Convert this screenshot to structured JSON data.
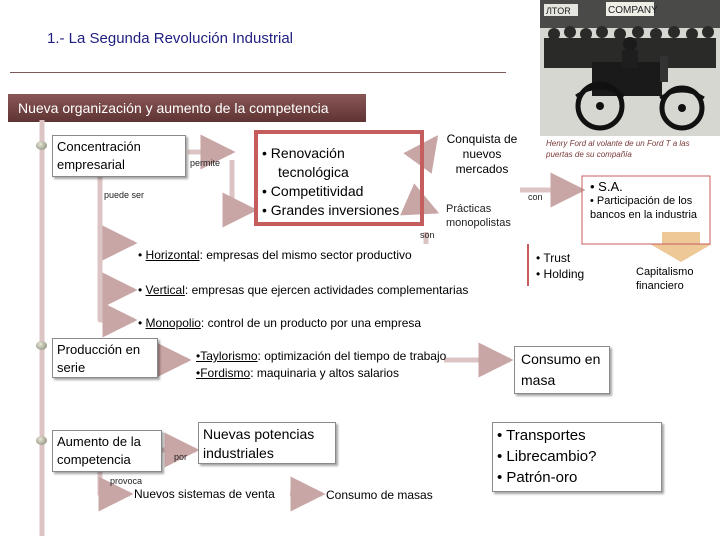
{
  "header": {
    "title": "1.- La Segunda Revolución Industrial",
    "banner": "Nueva organización y aumento de la competencia"
  },
  "photo": {
    "caption": "Henry Ford al volante de un Ford T a las puertas de su compañía",
    "sign_text_left": "ЛTOR",
    "sign_text_right": "COMPANY"
  },
  "concentracion": {
    "box_label": "Concentración empresarial",
    "permite": "permite",
    "puede_ser": "puede ser",
    "reasons": [
      "• Renovación",
      "tecnológica",
      "• Competitividad",
      "• Grandes inversiones"
    ],
    "conquista": "Conquista de nuevos mercados",
    "con": "con",
    "practicas": "Prácticas monopolistas",
    "son": "son",
    "sa_title": "• S.A.",
    "sa_sub": "• Participación de los bancos en la industria",
    "capitalismo": "Capitalismo financiero",
    "types": [
      {
        "bullet": "• ",
        "term": "Horizontal",
        "desc": ": empresas del mismo sector productivo"
      },
      {
        "bullet": "• ",
        "term": "Vertical",
        "desc": ": empresas que ejercen actividades complementarias"
      },
      {
        "bullet": "• ",
        "term": "Monopolio",
        "desc": ": control de un producto por una empresa"
      }
    ],
    "trust_items": [
      "• Trust",
      "• Holding"
    ]
  },
  "produccion": {
    "box_label": "Producción en serie",
    "taylorismo_term": "•Taylorismo",
    "taylorismo_desc": ": optimización del tiempo de trabajo",
    "fordismo_term": "•Fordismo",
    "fordismo_desc": ": maquinaria y altos salarios",
    "consumo_masa": "Consumo en masa"
  },
  "competencia": {
    "box_label": "Aumento de la competencia",
    "por": "por",
    "nuevas_potencias": "Nuevas potencias industriales",
    "provoca": "provoca",
    "sistemas": "Nuevos sistemas de venta",
    "consumo_masas": "Consumo de masas",
    "transport_items": [
      "• Transportes",
      "• Librecambio?",
      "• Patrón-oro"
    ]
  }
}
